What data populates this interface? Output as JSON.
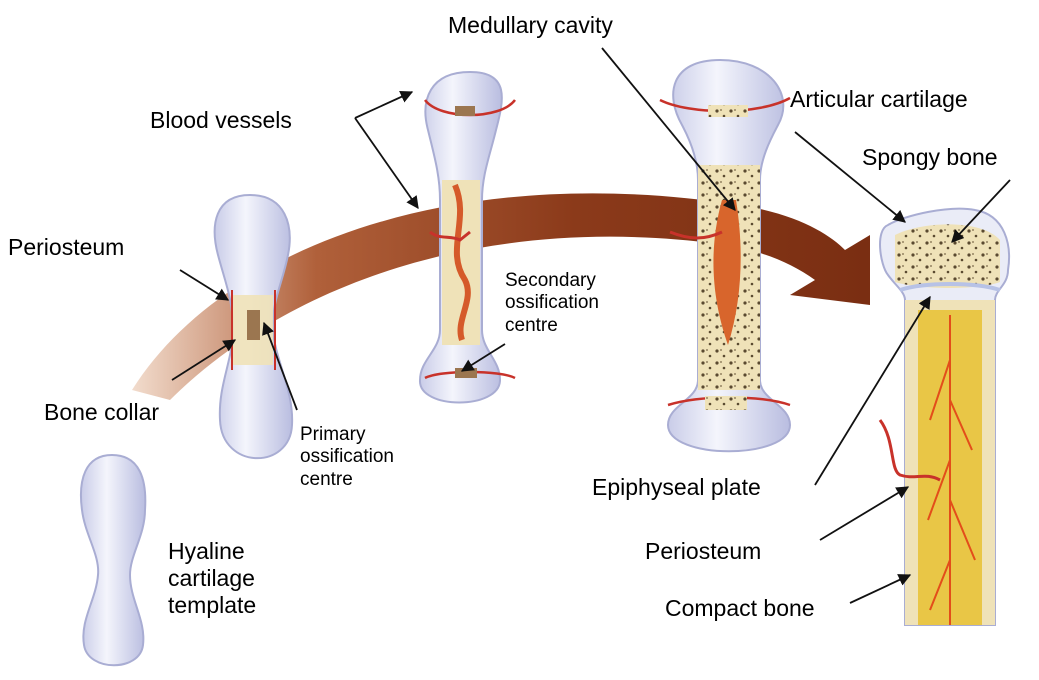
{
  "labels": {
    "medullary_cavity": "Medullary cavity",
    "blood_vessels": "Blood vessels",
    "articular_cartilage": "Articular cartilage",
    "spongy_bone": "Spongy bone",
    "periosteum_left": "Periosteum",
    "secondary_ossification": [
      "Secondary",
      "ossification",
      "centre"
    ],
    "bone_collar": "Bone collar",
    "primary_ossification": [
      "Primary",
      "ossification",
      "centre"
    ],
    "hyaline_cartilage": [
      "Hyaline",
      "cartilage",
      "template"
    ],
    "epiphyseal_plate": "Epiphyseal plate",
    "periosteum_right": "Periosteum",
    "compact_bone": "Compact bone"
  },
  "colors": {
    "arrow": "#8b3a1a",
    "cartilage": "#e6e8f6",
    "cartilage_edge": "#a9add3",
    "bone": "#efe2b8",
    "vessel": "#c8322a",
    "marrow": "#e9c646"
  }
}
